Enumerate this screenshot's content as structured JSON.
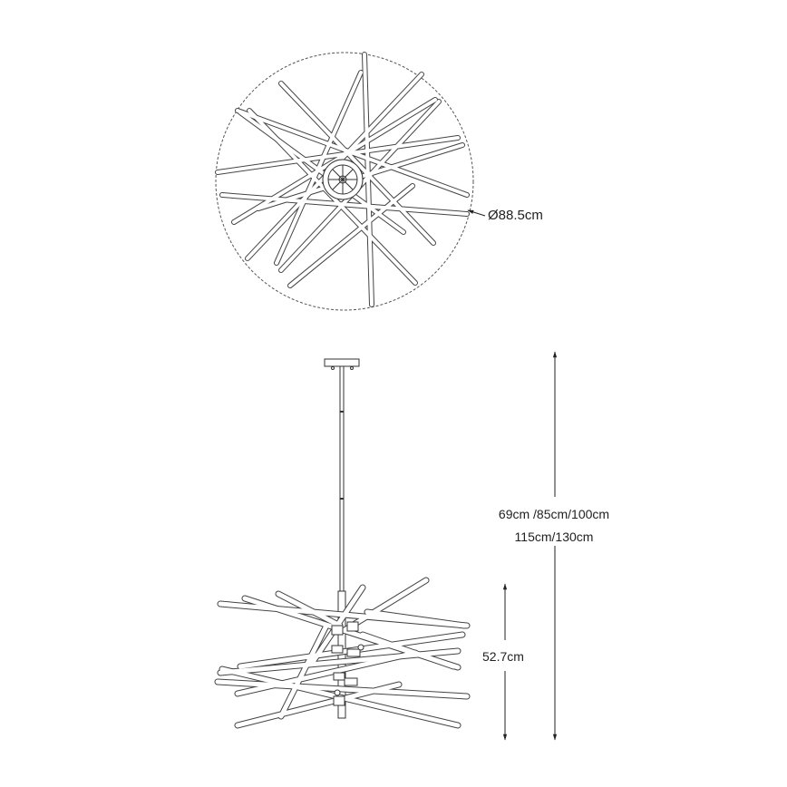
{
  "diagram": {
    "type": "technical-dimension-drawing",
    "subject": "pendant chandelier with tubular rods",
    "views": [
      {
        "name": "top-view",
        "description": "overhead view inside dashed circle"
      },
      {
        "name": "side-view",
        "description": "elevation with ceiling canopy, rod and tube cluster"
      }
    ],
    "dimensions": {
      "diameter": "Ø88.5cm",
      "total_height_line1": "69cm /85cm/100cm",
      "total_height_line2": "115cm/130cm",
      "body_height": "52.7cm"
    },
    "colors": {
      "line": "#333333",
      "background": "#ffffff"
    }
  }
}
